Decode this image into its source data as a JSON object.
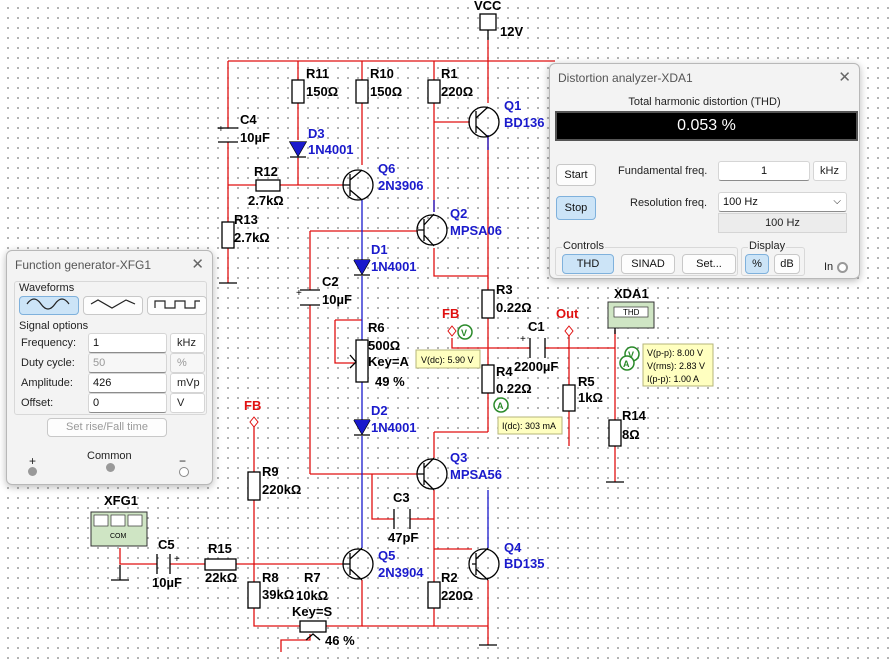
{
  "schematic": {
    "vcc": {
      "name": "VCC",
      "value": "12V"
    },
    "resistors": {
      "r11": {
        "name": "R11",
        "value": "150Ω"
      },
      "r10": {
        "name": "R10",
        "value": "150Ω"
      },
      "r1": {
        "name": "R1",
        "value": "220Ω"
      },
      "r12": {
        "name": "R12",
        "value": "2.7kΩ"
      },
      "r13": {
        "name": "R13",
        "value": "2.7kΩ"
      },
      "r3": {
        "name": "R3",
        "value": "0.22Ω"
      },
      "r4": {
        "name": "R4",
        "value": "0.22Ω"
      },
      "r5": {
        "name": "R5",
        "value": "1kΩ"
      },
      "r14": {
        "name": "R14",
        "value": "8Ω"
      },
      "r9": {
        "name": "R9",
        "value": "220kΩ"
      },
      "r15": {
        "name": "R15",
        "value": "22kΩ"
      },
      "r8": {
        "name": "R8",
        "value": "39kΩ"
      },
      "r2": {
        "name": "R2",
        "value": "220Ω"
      }
    },
    "pots": {
      "r6": {
        "name": "R6",
        "value": "500Ω",
        "key": "Key=A",
        "percent": "49 %"
      },
      "r7": {
        "name": "R7",
        "value": "10kΩ",
        "key": "Key=S",
        "percent": "46 %"
      }
    },
    "capacitors": {
      "c4": {
        "name": "C4",
        "value": "10µF"
      },
      "c2": {
        "name": "C2",
        "value": "10µF"
      },
      "c1": {
        "name": "C1",
        "value": "2200µF"
      },
      "c3": {
        "name": "C3",
        "value": "47pF"
      },
      "c5": {
        "name": "C5",
        "value": "10µF"
      }
    },
    "diodes": {
      "d3": {
        "name": "D3",
        "value": "1N4001"
      },
      "d1": {
        "name": "D1",
        "value": "1N4001"
      },
      "d2": {
        "name": "D2",
        "value": "1N4001"
      }
    },
    "transistors": {
      "q1": {
        "name": "Q1",
        "value": "BD136"
      },
      "q6": {
        "name": "Q6",
        "value": "2N3906"
      },
      "q2": {
        "name": "Q2",
        "value": "MPSA06"
      },
      "q3": {
        "name": "Q3",
        "value": "MPSA56"
      },
      "q5": {
        "name": "Q5",
        "value": "2N3904"
      },
      "q4": {
        "name": "Q4",
        "value": "BD135"
      }
    },
    "nodes": {
      "fb_right": "FB",
      "fb_left": "FB",
      "out": "Out"
    },
    "instruments": {
      "xda1": "XDA1",
      "xda1_screen": "THD",
      "xfg1": "XFG1",
      "xfg1_com": "COM"
    },
    "probes": {
      "vdc": "V(dc): 5.90 V",
      "idc": "I(dc): 303 mA",
      "vpp": "V(p-p): 8.00 V",
      "vrms": "V(rms): 2.83 V",
      "ipp": "I(p-p): 1.00 A"
    },
    "probe_letters": {
      "v": "V",
      "a": "A"
    }
  },
  "function_generator": {
    "title": "Function generator-XFG1",
    "waveforms_label": "Waveforms",
    "signal_options_label": "Signal options",
    "frequency": {
      "label": "Frequency:",
      "value": "1",
      "unit": "kHz"
    },
    "duty_cycle": {
      "label": "Duty cycle:",
      "value": "50",
      "unit": "%"
    },
    "amplitude": {
      "label": "Amplitude:",
      "value": "426",
      "unit": "mVp"
    },
    "offset": {
      "label": "Offset:",
      "value": "0",
      "unit": "V"
    },
    "rise_fall_button": "Set rise/Fall time",
    "plus": "+",
    "common": "Common",
    "minus": "−"
  },
  "distortion_analyzer": {
    "title": "Distortion analyzer-XDA1",
    "thd_heading": "Total harmonic distortion (THD)",
    "reading": "0.053 %",
    "start_button": "Start",
    "stop_button": "Stop",
    "fundamental": {
      "label": "Fundamental freq.",
      "value": "1",
      "unit": "kHz"
    },
    "resolution": {
      "label": "Resolution freq.",
      "value": "100 Hz",
      "readout": "100 Hz"
    },
    "controls_label": "Controls",
    "thd_button": "THD",
    "sinad_button": "SINAD",
    "set_button": "Set...",
    "display_label": "Display",
    "percent_button": "%",
    "db_button": "dB",
    "input_label": "In"
  },
  "colors": {
    "wire_red": "#e01010",
    "wire_blue": "#1a1acc",
    "display_bg": "#000000",
    "display_fg": "#ffffff",
    "probe_yellow": "#ffffc0"
  }
}
